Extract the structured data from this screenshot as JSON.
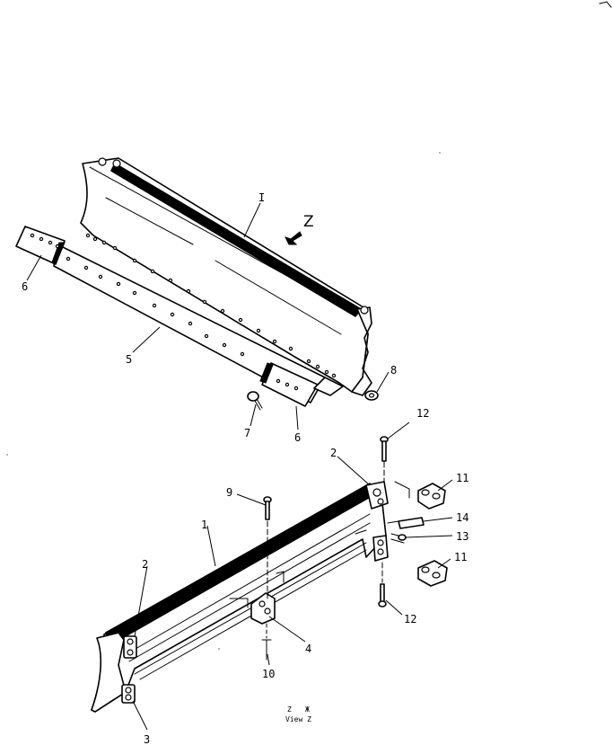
{
  "view_indicator": {
    "letter": "Z"
  },
  "view_note": {
    "line1": "Z",
    "line1_mark": "Ж",
    "line2": "View  Z"
  },
  "callouts": {
    "blade_top": "I",
    "cutting_edge": "5",
    "end_bit_left_top": "6",
    "end_bit_right_top": "6",
    "bolt_top": "7",
    "nut_top": "8",
    "bolt_9": "9",
    "blade_bottom": "1",
    "bracket_left": "2",
    "bracket_right": "2",
    "bracket_lower": "3",
    "center_bracket": "4",
    "pin_10": "10",
    "cap_upper": "11",
    "cap_lower": "11",
    "pin_upper": "12",
    "pin_lower": "12",
    "washer": "13",
    "shim": "14"
  }
}
